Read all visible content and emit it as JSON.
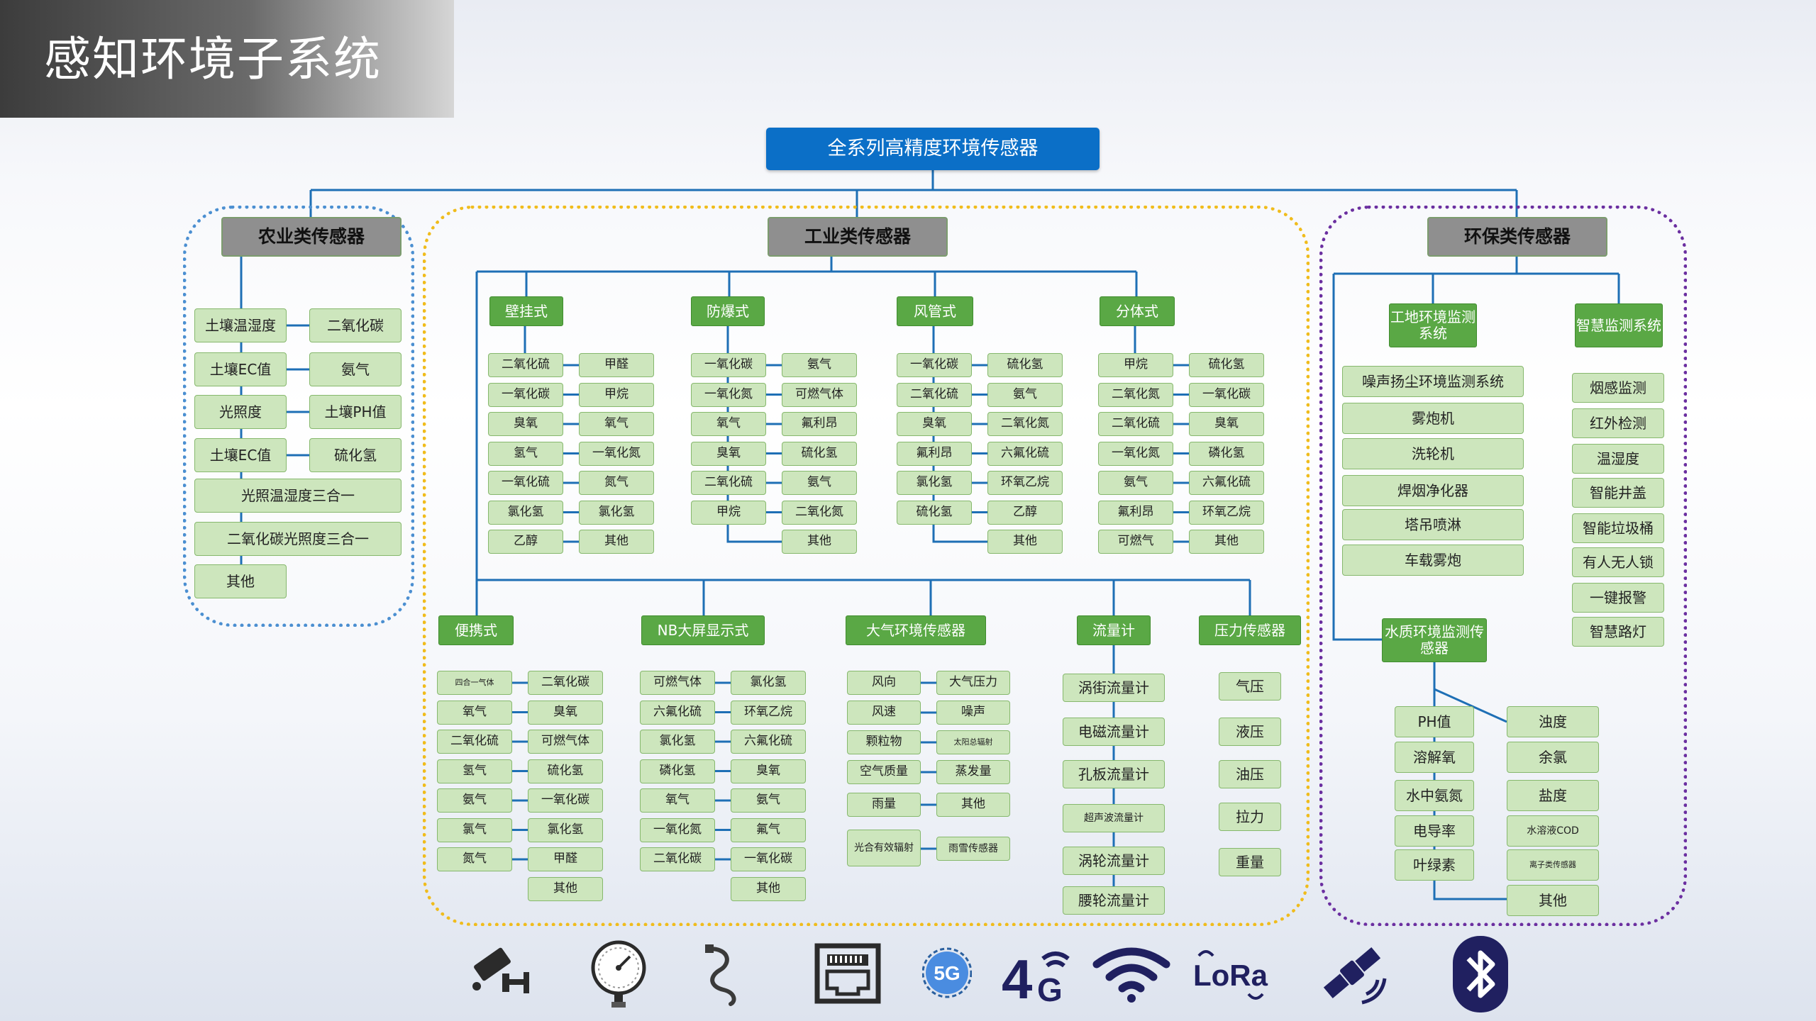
{
  "title": "感知环境子系统",
  "root": "全系列高精度环境传感器",
  "agriculture": {
    "label": "农业类传感器",
    "items": [
      "土壤温湿度",
      "二氧化碳",
      "土壤EC值",
      "氨气",
      "光照度",
      "土壤PH值",
      "土壤EC值",
      "硫化氢",
      "光照温湿度三合一",
      "二氧化碳光照度三合一",
      "其他"
    ]
  },
  "industrial": {
    "label": "工业类传感器",
    "wall": {
      "label": "壁挂式",
      "items": [
        "二氧化硫",
        "甲醛",
        "一氧化碳",
        "甲烷",
        "臭氧",
        "氧气",
        "氢气",
        "一氧化氮",
        "一氧化硫",
        "氮气",
        "氯化氢",
        "氯化氢",
        "乙醇",
        "其他"
      ]
    },
    "explosion": {
      "label": "防爆式",
      "items": [
        "一氧化碳",
        "氨气",
        "一氧化氮",
        "可燃气体",
        "氧气",
        "氟利昂",
        "臭氧",
        "硫化氢",
        "二氧化硫",
        "氨气",
        "甲烷",
        "二氧化氮",
        "其他"
      ]
    },
    "duct": {
      "label": "风管式",
      "items": [
        "一氧化碳",
        "硫化氢",
        "二氧化硫",
        "氨气",
        "臭氧",
        "二氧化氮",
        "氟利昂",
        "六氟化硫",
        "氯化氢",
        "环氧乙烷",
        "硫化氢",
        "乙醇",
        "其他"
      ]
    },
    "split": {
      "label": "分体式",
      "items": [
        "甲烷",
        "硫化氢",
        "二氧化氮",
        "一氧化碳",
        "二氧化硫",
        "臭氧",
        "一氧化氮",
        "磷化氢",
        "氨气",
        "六氟化硫",
        "氟利昂",
        "环氧乙烷",
        "可燃气",
        "其他"
      ]
    },
    "portable": {
      "label": "便携式",
      "items": [
        "四合一气体",
        "二氧化碳",
        "氧气",
        "臭氧",
        "二氧化硫",
        "可燃气体",
        "氢气",
        "硫化氢",
        "氨气",
        "一氧化碳",
        "氯气",
        "氯化氢",
        "氮气",
        "甲醛",
        "其他"
      ]
    },
    "nb": {
      "label": "NB大屏显示式",
      "items": [
        "可燃气体",
        "氯化氢",
        "六氟化硫",
        "环氧乙烷",
        "氯化氢",
        "六氟化硫",
        "磷化氢",
        "臭氧",
        "氧气",
        "氨气",
        "一氧化氮",
        "氟气",
        "二氧化碳",
        "一氧化碳",
        "其他"
      ]
    },
    "atmos": {
      "label": "大气环境传感器",
      "items": [
        "风向",
        "大气压力",
        "风速",
        "噪声",
        "颗粒物",
        "太阳总辐射",
        "空气质量",
        "蒸发量",
        "雨量",
        "其他",
        "光合有效辐射",
        "雨雪传感器"
      ]
    },
    "flow": {
      "label": "流量计",
      "items": [
        "涡街流量计",
        "电磁流量计",
        "孔板流量计",
        "超声波流量计",
        "涡轮流量计",
        "腰轮流量计"
      ]
    },
    "pressure": {
      "label": "压力传感器",
      "items": [
        "气压",
        "液压",
        "油压",
        "拉力",
        "重量"
      ]
    }
  },
  "environmental": {
    "label": "环保类传感器",
    "site": {
      "label": "工地环境监测系统",
      "items": [
        "噪声扬尘环境监测系统",
        "雾炮机",
        "洗轮机",
        "焊烟净化器",
        "塔吊喷淋",
        "车载雾炮"
      ]
    },
    "smart": {
      "label": "智慧监测系统",
      "items": [
        "烟感监测",
        "红外检测",
        "温湿度",
        "智能井盖",
        "智能垃圾桶",
        "有人无人锁",
        "一键报警",
        "智慧路灯"
      ]
    },
    "water": {
      "label": "水质环境监测传感器",
      "items": [
        "PH值",
        "浊度",
        "溶解氧",
        "余氯",
        "水中氨氮",
        "盐度",
        "电导率",
        "水溶液COD",
        "叶绿素",
        "离子类传感器",
        "其他"
      ]
    }
  },
  "bottom_icons": [
    "camera-icon",
    "pressure-gauge-icon",
    "cable-icon",
    "ethernet-port-icon",
    "5g-icon",
    "4g-icon",
    "wifi-icon",
    "lora-icon",
    "satellite-icon",
    "bluetooth-icon"
  ],
  "icon_text": {
    "g5": "5G",
    "g4": "4",
    "g4s": "G",
    "lora": "LoRa"
  },
  "colors": {
    "root": "#0b6fc7",
    "category": "#5aa845",
    "leaf": "#cde6bd",
    "header": "#8f8f8f",
    "agri_border": "#4b8fd1",
    "ind_border": "#f0bc1c",
    "env_border": "#6b2fa0",
    "lines": "#1e6fb5"
  }
}
